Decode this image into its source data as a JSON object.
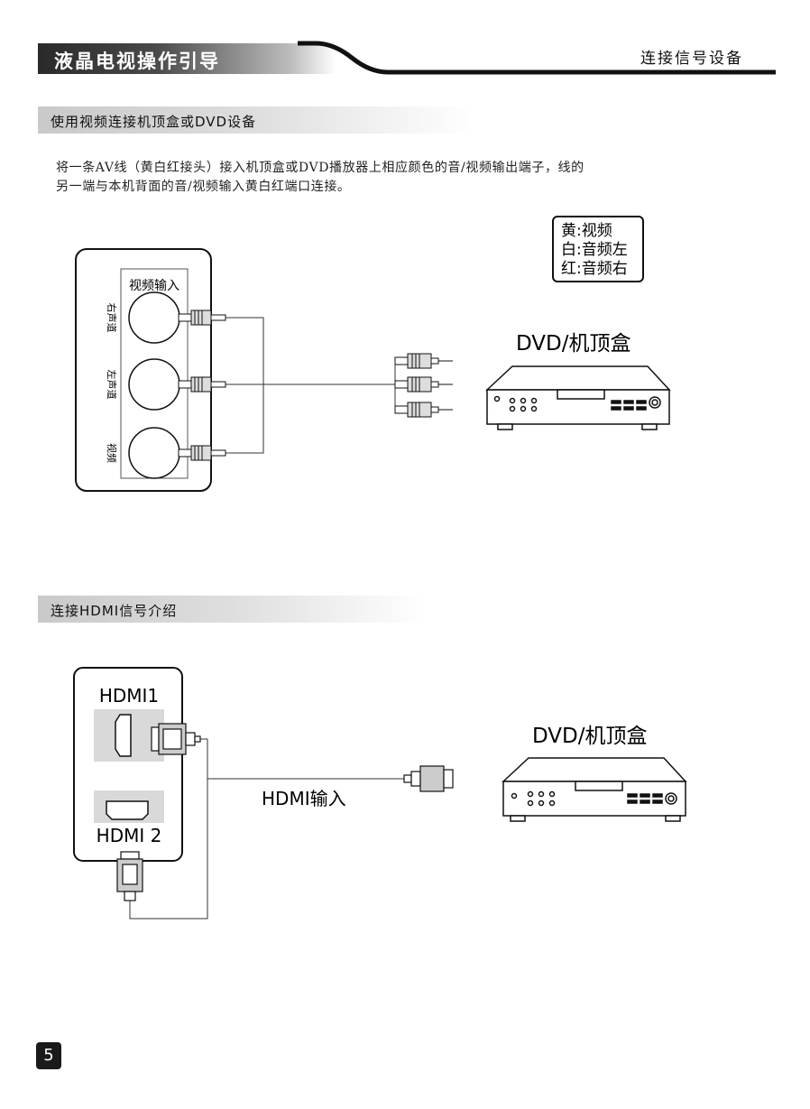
{
  "header": {
    "left_title": "液晶电视操作引导",
    "right_title": "连接信号设备"
  },
  "section1": {
    "heading": "使用视频连接机顶盒或DVD设备",
    "paragraph_line1": "将一条AV线（黄白红接头）接入机顶盒或DVD播放器上相应颜色的音/视频输出端子，线的",
    "paragraph_line2": "另一端与本机背面的音/视频输入黄白红端口连接。",
    "panel_title": "视频输入",
    "port_labels": [
      "右声道",
      "左声道",
      "视频"
    ],
    "legend": [
      "黄:视频",
      "白:音频左",
      "红:音频右"
    ],
    "device_label": "DVD/机顶盒"
  },
  "section2": {
    "heading": "连接HDMI信号介绍",
    "port1_label": "HDMI1",
    "port2_label": "HDMI 2",
    "cable_label": "HDMI输入",
    "device_label": "DVD/机顶盒"
  },
  "footer": {
    "page_number": "5"
  }
}
